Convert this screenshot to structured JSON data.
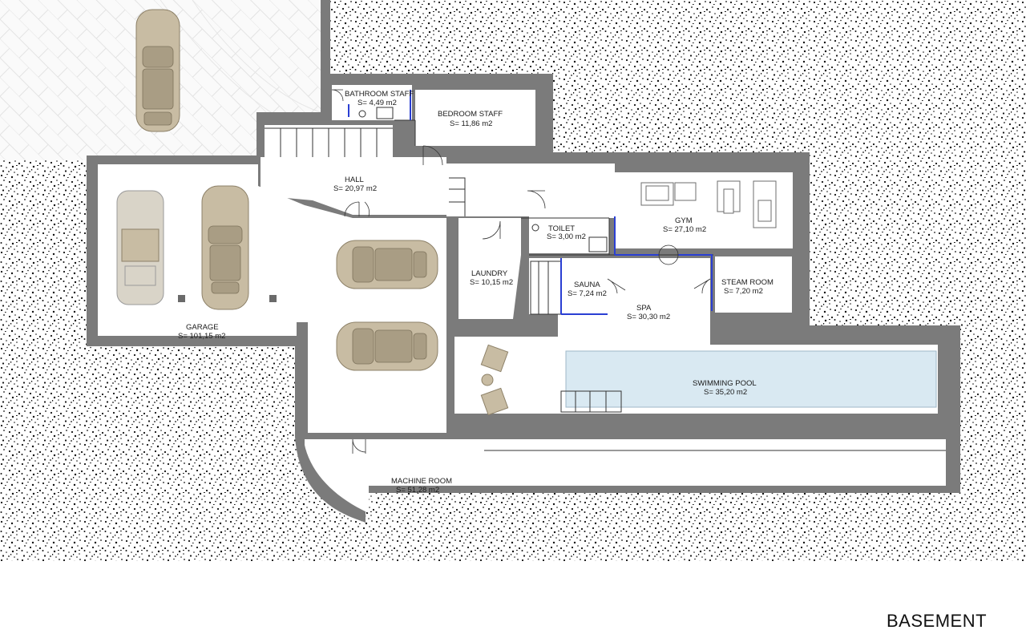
{
  "drawing": {
    "title": "BASEMENT",
    "colors": {
      "wall": "#7b7b7b",
      "glass_partition": "#2a3fd3",
      "pool_water": "#d9e9f2",
      "car": "#c8bca3",
      "soil_dots": "#000000"
    },
    "rooms": [
      {
        "id": "bathroom-staff",
        "name": "BATHROOM STAFF",
        "area": "S= 4,49 m2"
      },
      {
        "id": "bedroom-staff",
        "name": "BEDROOM STAFF",
        "area": "S= 11,86 m2"
      },
      {
        "id": "hall",
        "name": "HALL",
        "area": "S= 20,97 m2"
      },
      {
        "id": "garage",
        "name": "GARAGE",
        "area": "S= 101,15 m2"
      },
      {
        "id": "toilet",
        "name": "TOILET",
        "area": "S= 3,00 m2"
      },
      {
        "id": "gym",
        "name": "GYM",
        "area": "S= 27,10 m2"
      },
      {
        "id": "laundry",
        "name": "LAUNDRY",
        "area": "S= 10,15 m2"
      },
      {
        "id": "sauna",
        "name": "SAUNA",
        "area": "S= 7,24 m2"
      },
      {
        "id": "steam-room",
        "name": "STEAM ROOM",
        "area": "S= 7,20 m2"
      },
      {
        "id": "spa",
        "name": "SPA",
        "area": "S= 30,30 m2"
      },
      {
        "id": "swimming-pool",
        "name": "SWIMMING POOL",
        "area": "S= 35,20 m2"
      },
      {
        "id": "machine-room",
        "name": "MACHINE ROOM",
        "area": "S= 51,28 m2"
      }
    ]
  }
}
